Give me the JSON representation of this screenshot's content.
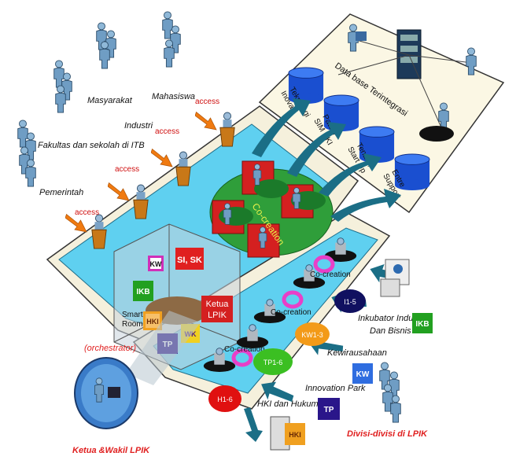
{
  "stakeholders": {
    "masyarakat": "Masyarakat",
    "mahasiswa": "Mahasiswa",
    "industri": "Industri",
    "fakultas": "Fakultas dan sekolah di ITB",
    "pemerintah": "Pemerintah"
  },
  "access_label": "access",
  "database": {
    "title": "Data base Terintegrasi",
    "teknologi": [
      "Teknologi",
      "Inovasi"
    ],
    "paten": [
      "Paten/",
      "SIM HKI"
    ],
    "tenant": [
      "Tenant,",
      "Start Up"
    ],
    "entre": [
      "Entre",
      "Support"
    ]
  },
  "co_creation_center": "Co-creation",
  "co_creation": "Co-creation",
  "smart_room": [
    "Smart",
    "Room"
  ],
  "orchestrator": "(orchestrator)",
  "ketua_wakil": "Ketua &Wakil  LPIK",
  "divisi": "Divisi-divisi di LPIK",
  "units": {
    "inkubator": [
      "Inkubator Industri",
      "Dan Bisnis"
    ],
    "kewirausahaan": "Kewirausahaan",
    "innovation_park": "Innovation Park",
    "hki_hukum": "HKI dan Hukum"
  },
  "badges": {
    "kw": "KW",
    "si_sk": "SI, SK",
    "ikb": "IKB",
    "ketua": [
      "Ketua",
      "LPIK"
    ],
    "hki": "HKI",
    "tp": "TP",
    "wk": "WK",
    "ikb_right": "IKB",
    "kw_right": "KW",
    "tp_right": "TP",
    "hki_bottom": "HKI"
  },
  "nodes": {
    "i15": "I1-5",
    "kw13": "KW1-3",
    "tp16": "TP1-6",
    "h16": "H1-6"
  },
  "colors": {
    "floor": "#5fd0f0",
    "arrow_orange": "#f07a10",
    "arrow_teal": "#1b6e86",
    "pink_ring": "#e83fc8",
    "access_red": "#d01010",
    "node_red": "#e01010",
    "node_green": "#3bbf22",
    "node_orange": "#f39a18",
    "node_navy": "#101060"
  }
}
